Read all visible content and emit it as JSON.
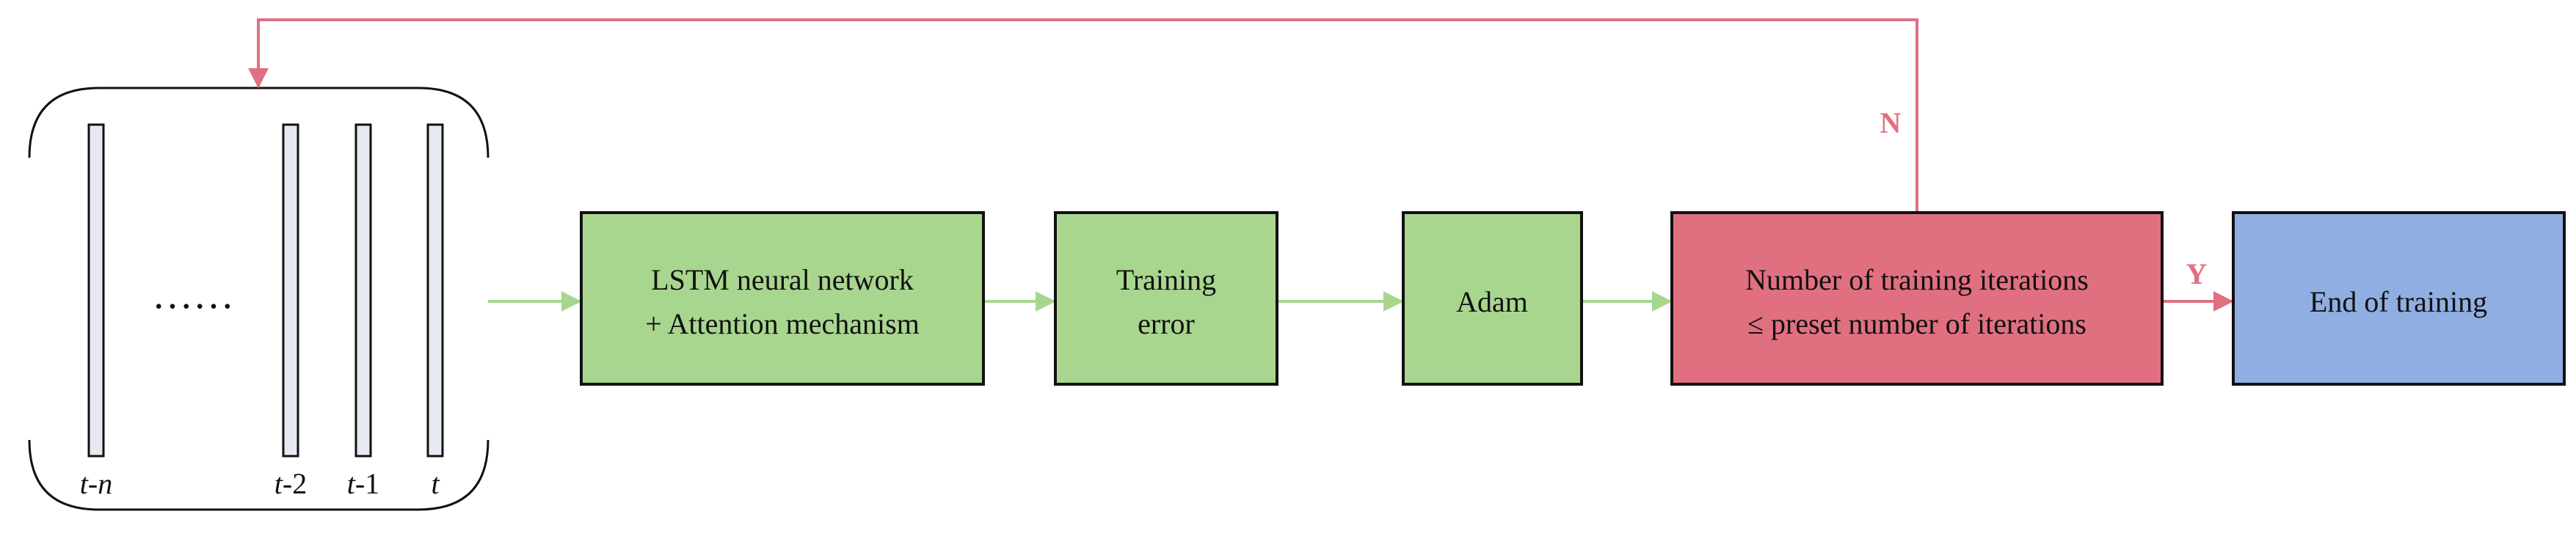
{
  "diagram": {
    "input_block": {
      "ellipsis": "……",
      "labels": [
        {
          "t": "t",
          "suffix": "-",
          "sub": "n",
          "sub_italic": true
        },
        {
          "t": "t",
          "suffix": "-",
          "sub": "2",
          "sub_italic": false
        },
        {
          "t": "t",
          "suffix": "-",
          "sub": "1",
          "sub_italic": false
        },
        {
          "t": "t",
          "suffix": "",
          "sub": "",
          "sub_italic": false
        }
      ]
    },
    "boxes": {
      "lstm": {
        "line1": "LSTM neural network",
        "line2": "+ Attention mechanism",
        "color": "#a9d68e"
      },
      "error": {
        "line1": "Training",
        "line2": "error",
        "color": "#a9d68e"
      },
      "adam": {
        "line1": "Adam",
        "color": "#a9d68e"
      },
      "check": {
        "line1": "Number of training iterations",
        "line2": "≤ preset number of iterations",
        "color": "#e07080"
      },
      "end": {
        "line1": "End of training",
        "color": "#90aee2"
      }
    },
    "flags": {
      "no": "N",
      "yes": "Y"
    },
    "colors": {
      "flow_arrow": "#a9d68e",
      "loop_arrow": "#e07080",
      "yes_arrow": "#e07080",
      "box_border": "#111111",
      "bar_fill": "#e6e9f2"
    }
  }
}
